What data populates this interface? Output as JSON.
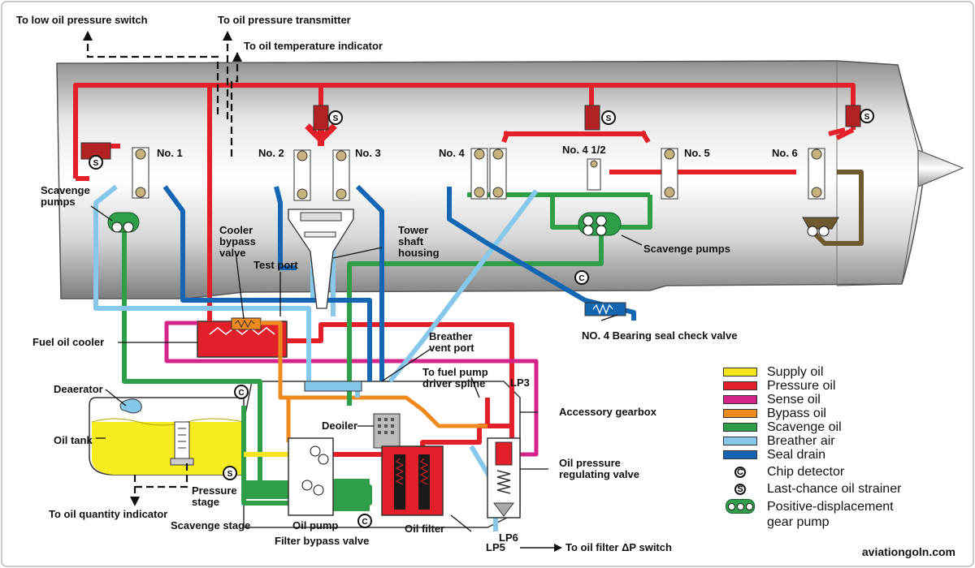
{
  "callouts": {
    "low_oil_pressure_switch": "To low oil pressure switch",
    "oil_pressure_transmitter": "To oil pressure transmitter",
    "oil_temperature_indicator": "To oil temperature indicator",
    "scavenge_pumps_left": "Scavenge\npumps",
    "scavenge_pumps_right": "Scavenge pumps",
    "cooler_bypass_valve": "Cooler\nbypass\nvalve",
    "test_port": "Test port",
    "tower_shaft_housing": "Tower\nshaft\nhousing",
    "fuel_oil_cooler": "Fuel oil cooler",
    "breather_vent_port": "Breather\nvent port",
    "fuel_pump_driver_spline": "To fuel pump\ndriver spline",
    "lp3": "LP3",
    "accessory_gearbox": "Accessory gearbox",
    "deaerator": "Deaerator",
    "oil_tank": "Oil tank",
    "deoiler": "Deoiler",
    "oil_pressure_regulating_valve": "Oil pressure\nregulating valve",
    "pressure_stage": "Pressure\nstage",
    "scavenge_stage": "Scavenge stage",
    "oil_pump": "Oil pump",
    "filter_bypass_valve": "Filter bypass valve",
    "oil_filter": "Oil filter",
    "oil_quantity_indicator": "To oil quantity indicator",
    "lp5": "LP5",
    "lp6": "LP6",
    "oil_filter_dp_switch": "To oil filter ΔP switch",
    "no4_seal_check_valve": "NO. 4 Bearing seal check valve"
  },
  "bearings": [
    "No. 1",
    "No. 2",
    "No. 3",
    "No. 4",
    "No. 4 1/2",
    "No. 5",
    "No. 6"
  ],
  "symbols": {
    "chip": "C",
    "strainer": "S"
  },
  "legend": [
    {
      "label": "Supply oil",
      "color": "#f5e61c"
    },
    {
      "label": "Pressure oil",
      "color": "#e3202a"
    },
    {
      "label": "Sense oil",
      "color": "#d4238a"
    },
    {
      "label": "Bypass oil",
      "color": "#ef8a1f"
    },
    {
      "label": "Scavenge oil",
      "color": "#2e9e49"
    },
    {
      "label": "Breather air",
      "color": "#86c8ea"
    },
    {
      "label": "Seal drain",
      "color": "#1466b3"
    }
  ],
  "legend_symbols": [
    {
      "icon": "chip-detector-icon",
      "label": "Chip detector"
    },
    {
      "icon": "strainer-icon",
      "label": "Last-chance oil strainer"
    },
    {
      "icon": "gear-pump-icon",
      "label": "Positive-displacement\ngear pump"
    }
  ],
  "credit": "aviationgoln.com"
}
